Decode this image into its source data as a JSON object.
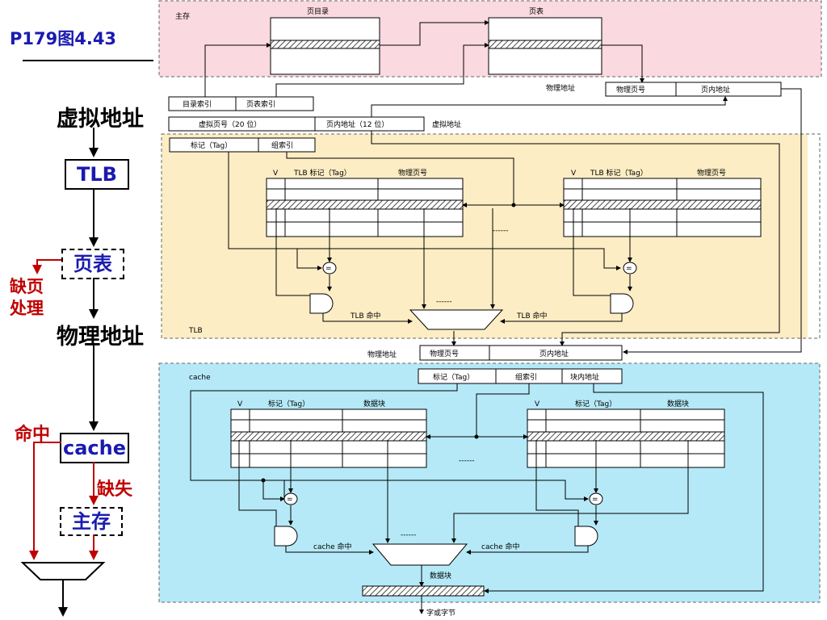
{
  "left": {
    "title": "P179图4.43",
    "virtual_address": "虚拟地址",
    "tlb": "TLB",
    "page_table": "页表",
    "page_fault": "缺页处理",
    "page_fault_line1": "缺页",
    "page_fault_line2": "处理",
    "physical_address": "物理地址",
    "hit": "命中",
    "cache": "cache",
    "miss": "缺失",
    "main_memory": "主存"
  },
  "main_memory_region": {
    "label": "主存",
    "page_directory": "页目录",
    "page_table": "页表",
    "physical_address_label": "物理地址",
    "physical_page_no": "物理页号",
    "page_offset": "页内地址"
  },
  "virtual_addr": {
    "dir_index": "目录索引",
    "table_index": "页表索引",
    "vpn": "虚拟页号（20 位）",
    "offset": "页内地址（12 位）",
    "label": "虚拟地址"
  },
  "tlb_region": {
    "label": "TLB",
    "tag": "标记（Tag）",
    "set_index": "组索引",
    "col_v": "V",
    "col_tag": "TLB 标记（Tag）",
    "col_ppn": "物理页号",
    "hit_left": "TLB 命中",
    "hit_right": "TLB 命中",
    "dashes": "------"
  },
  "phys_addr": {
    "label": "物理地址",
    "ppn": "物理页号",
    "offset": "页内地址"
  },
  "cache_region": {
    "label": "cache",
    "tag": "标记（Tag）",
    "set_index": "组索引",
    "block_offset": "块内地址",
    "col_v": "V",
    "col_tag": "标记（Tag）",
    "col_data": "数据块",
    "hit_left": "cache 命中",
    "hit_right": "cache 命中",
    "data_block": "数据块",
    "output": "字或字节",
    "dashes": "------"
  },
  "colors": {
    "main_memory_bg": "#fbd9e1",
    "tlb_bg": "#fdedc4",
    "cache_bg": "#b5e9f7",
    "title_blue": "#1a1ab0",
    "red": "#c00000"
  }
}
